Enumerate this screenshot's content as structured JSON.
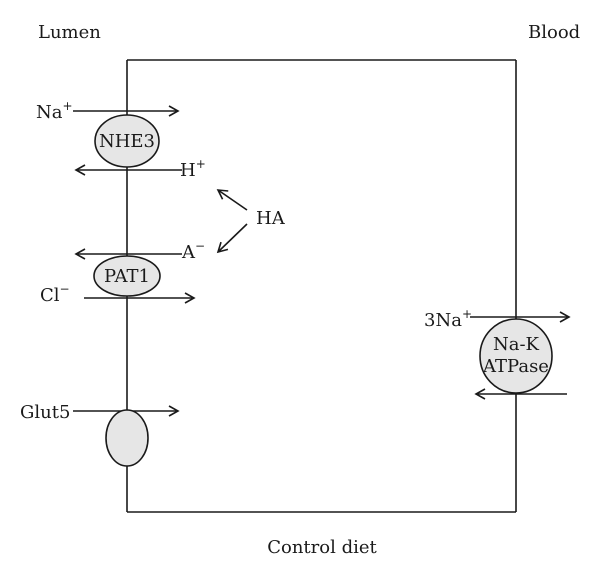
{
  "labels": {
    "lumen": "Lumen",
    "blood": "Blood",
    "caption": "Control diet",
    "ha": "HA"
  },
  "transporters": {
    "nhe3": {
      "name": "NHE3",
      "in_ion": "Na",
      "in_charge": "+",
      "out_ion": "H",
      "out_charge": "+"
    },
    "pat1": {
      "name": "PAT1",
      "in_ion": "A",
      "in_charge": "−",
      "out_ion": "Cl",
      "out_charge": "−"
    },
    "glut5": {
      "name": "Glut5"
    },
    "nak": {
      "name_line1": "Na-K",
      "name_line2": "ATPase",
      "ion": "3Na",
      "ion_charge": "+"
    }
  },
  "colors": {
    "transporter_fill": "#e6e6e6",
    "line": "#1a1a1a"
  }
}
